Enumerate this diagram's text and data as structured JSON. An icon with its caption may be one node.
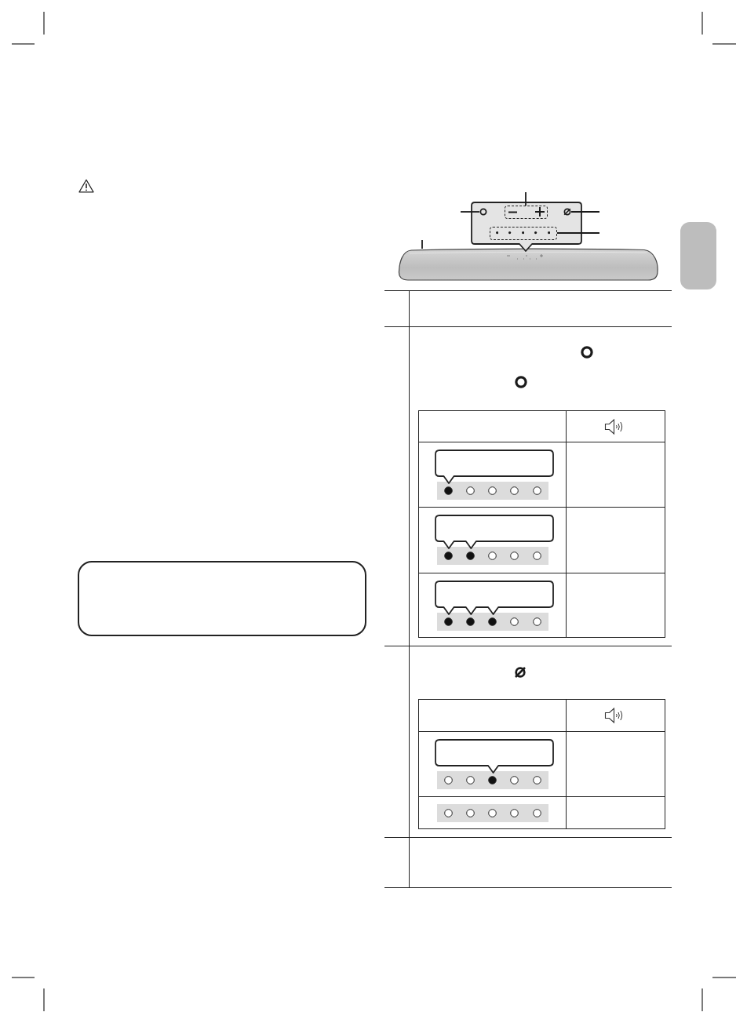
{
  "diagram": {
    "nodes": [
      {
        "text": [],
        "shape": "box"
      },
      {
        "text": [],
        "shape": "callout"
      },
      {
        "text": [],
        "shape": "circle",
        "in": 1
      },
      {
        "text": [],
        "shape": "box",
        "in": 1
      },
      {
        "text": [],
        "shape": "circle",
        "in": 1
      },
      {
        "text": [],
        "shape": "box",
        "in": 1
      },
      {
        "text": [],
        "shape": "picture"
      },
      {
        "text": [],
        "shape": "box"
      },
      {
        "text": [],
        "shape": "callout"
      },
      {
        "text": [],
        "shape": "callout"
      },
      {
        "text": [],
        "shape": "callout"
      },
      {
        "text": [],
        "shape": "callout"
      }
    ],
    "edges": [
      {
        "from": null,
        "to": 3,
        "arrow": "none"
      },
      {
        "from": null,
        "to": 2,
        "arrow": "none"
      },
      {
        "from": null,
        "to": 4,
        "arrow": "none"
      },
      {
        "from": null,
        "to": 5,
        "arrow": "none"
      },
      {
        "from": null,
        "to": 6,
        "arrow": "none"
      }
    ]
  }
}
